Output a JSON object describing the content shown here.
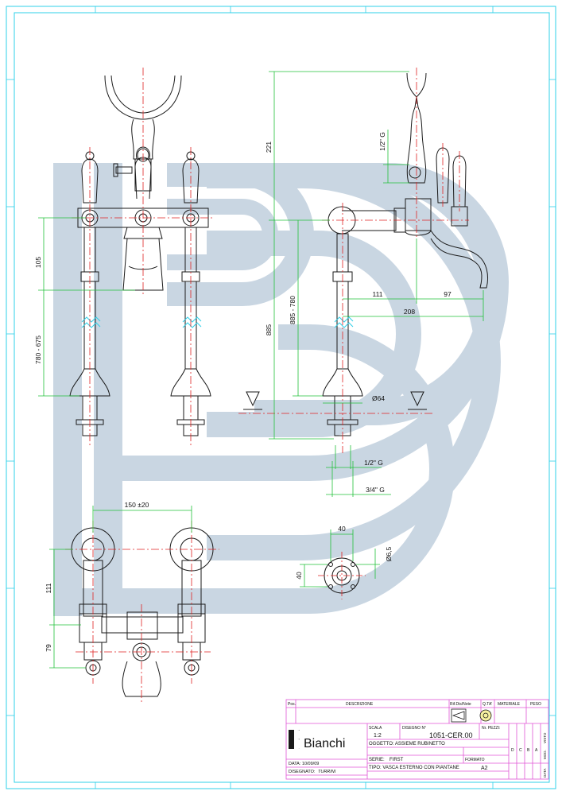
{
  "dimensions": {
    "front_height_105": "105",
    "front_range_780_675": "780 - 675",
    "side_221": "221",
    "side_half_inch_top": "1/2\" G",
    "side_885": "885",
    "side_885_780": "885 - 780",
    "side_111": "111",
    "side_97": "97",
    "side_208": "208",
    "side_d64": "Ø64",
    "side_half_inch_bottom": "1/2\" G",
    "side_three_quarter": "3/4\" G",
    "plan_150": "150 ±20",
    "plan_111": "111",
    "plan_79": "79",
    "flange_40_h": "40",
    "flange_40_v": "40",
    "flange_d65": "Ø6,5"
  },
  "title_block": {
    "col_pos": "Pos.",
    "col_descrizione": "DESCRIZIONE",
    "col_rif": "Rif.Dis/Note",
    "col_qta": "Q.TA'",
    "col_materiale": "MATERIALE",
    "col_peso": "PESO",
    "scala_label": "SCALA",
    "scala_value": "1:2",
    "disegno_label": "DISEGNO N°",
    "disegno_value": "1051-CER.00",
    "pezzi_label": "Nr. PEZZI:",
    "oggetto": "OGGETTO: ASSIEME RUBINETTO",
    "serie_label": "SERIE:",
    "serie_value": "FIRST",
    "formato_label": "FORMATO",
    "formato_value": "A2",
    "data_label": "DATA: 10/09/09",
    "tipo": "TIPO: VASCA ESTERNO CON PIANTANE",
    "disegnato_label": "DISEGNATO:",
    "disegnato_value": "TURRINI",
    "brand": "Bianchi",
    "revisions": [
      "D",
      "C",
      "B",
      "A"
    ],
    "rev_col_mod": "MOD.",
    "rev_col_visto": "VISTO",
    "rev_col_data": "DATA"
  },
  "colors": {
    "frame": "#2fd0e8",
    "titleblock": "#e055d6",
    "dimension": "#22c03a",
    "centerline": "#e02222",
    "watermark": "#c5d3e0",
    "outline": "#1a1a1a"
  }
}
